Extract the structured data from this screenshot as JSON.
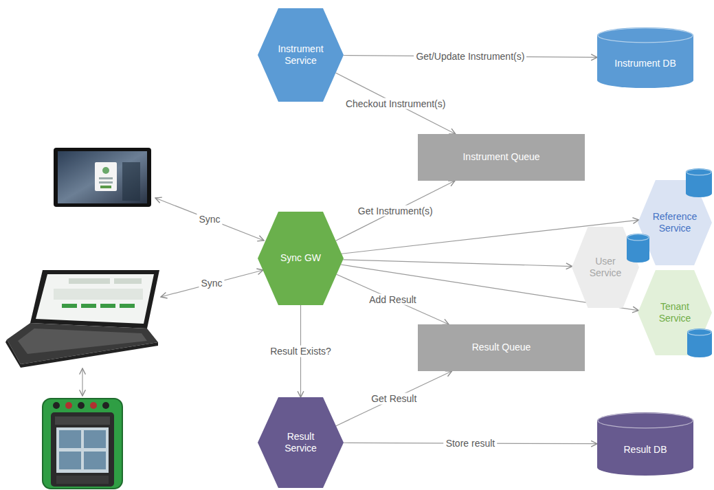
{
  "diagram": {
    "nodes": [
      {
        "text": [
          "Instrument Service"
        ]
      },
      {
        "text": [
          "Instrument DB"
        ]
      },
      {
        "text": [
          "Instrument Queue"
        ]
      },
      {
        "text": [
          "Sync GW"
        ]
      },
      {
        "text": [
          "Reference Service"
        ]
      },
      {
        "text": [
          "User Service"
        ]
      },
      {
        "text": [
          "Tenant Service"
        ]
      },
      {
        "text": [
          "Result Queue"
        ]
      },
      {
        "text": [
          "Result Service"
        ]
      },
      {
        "text": [
          "Result DB"
        ]
      }
    ],
    "edges": [
      {
        "from": 0,
        "to": 1,
        "label": "Get/Update Instrument(s)",
        "arrow": "to"
      },
      {
        "from": 0,
        "to": 2,
        "label": "Checkout Instrument(s)",
        "arrow": "to"
      },
      {
        "from": 3,
        "to": 2,
        "label": "Get Instrument(s)",
        "arrow": "to"
      },
      {
        "from": 3,
        "to": 4,
        "arrow": "to"
      },
      {
        "from": 3,
        "to": 5,
        "arrow": "to"
      },
      {
        "from": 3,
        "to": 6,
        "arrow": "to"
      },
      {
        "from": 3,
        "to": 7,
        "label": "Add Result",
        "arrow": "to"
      },
      {
        "from": 3,
        "to": 8,
        "label": "Result Exists?",
        "arrow": "to"
      },
      {
        "from": 8,
        "to": 7,
        "label": "Get Result",
        "arrow": "to"
      },
      {
        "from": 8,
        "to": 9,
        "label": "Store result",
        "arrow": "to"
      }
    ],
    "labels": [
      "Sync",
      "Sync"
    ]
  }
}
